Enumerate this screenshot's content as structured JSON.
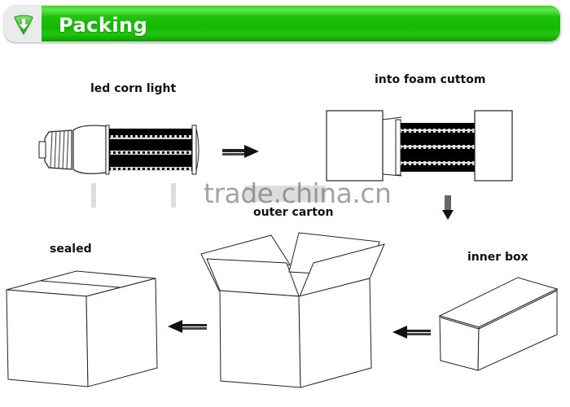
{
  "header": {
    "title": "Packing",
    "icon": "download-arrow-icon",
    "accent_color": "#16b802"
  },
  "steps": [
    {
      "label": "led corn light"
    },
    {
      "label": "into foam cuttom"
    },
    {
      "label": "inner box"
    },
    {
      "label": "outer carton"
    },
    {
      "label": "sealed"
    }
  ],
  "watermark": "trade.china.cn"
}
